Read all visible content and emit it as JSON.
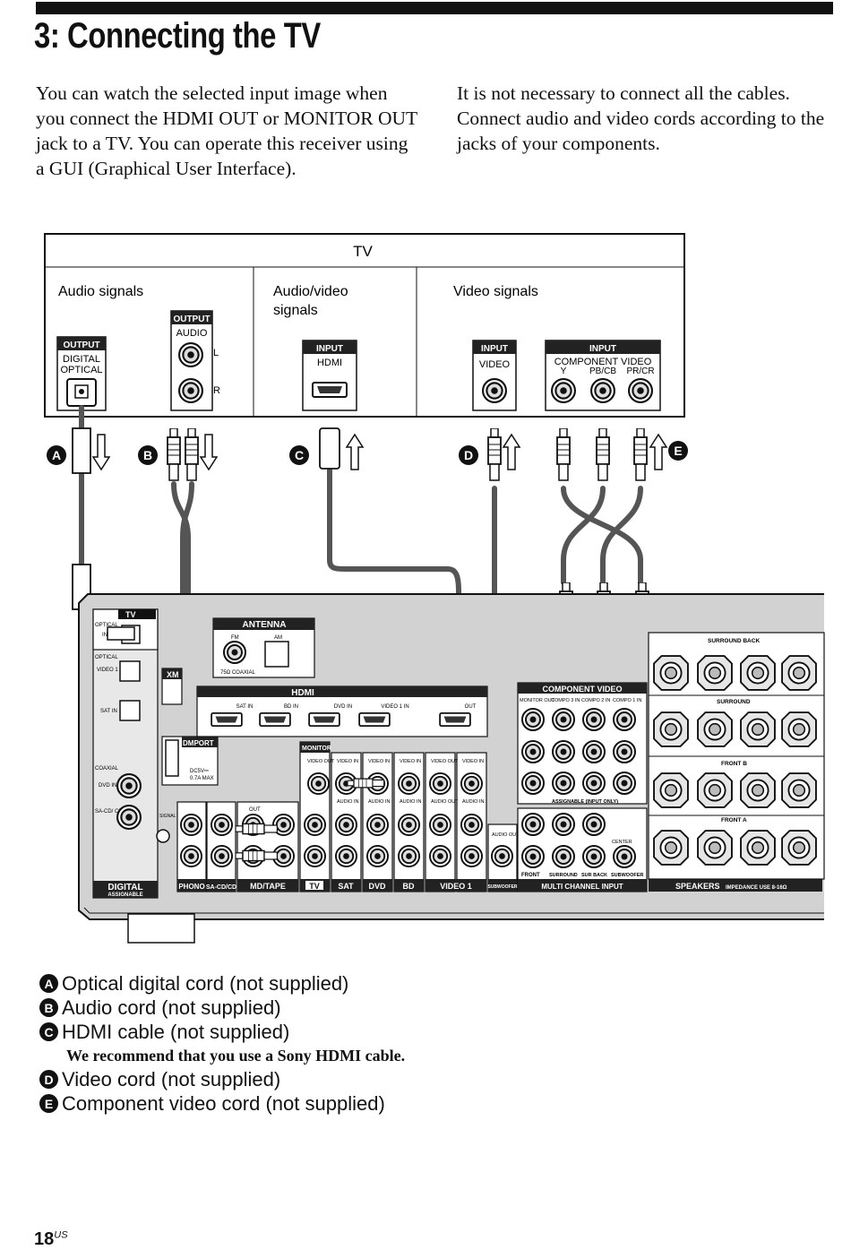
{
  "page": {
    "title": "3: Connecting the TV",
    "intro_left": "You can watch the selected input image when you connect the HDMI OUT or MONITOR OUT jack to a TV. You can operate this receiver using a GUI (Graphical User Interface).",
    "intro_right": "It is not necessary to connect all the cables. Connect audio and video cords according to the jacks of your components.",
    "page_number": "18",
    "page_suffix": "US"
  },
  "tv_panel": {
    "title": "TV",
    "audio_signals": "Audio signals",
    "av_signals_1": "Audio/video",
    "av_signals_2": "signals",
    "video_signals": "Video signals",
    "output": "OUTPUT",
    "input": "INPUT",
    "digital": "DIGITAL",
    "optical": "OPTICAL",
    "audio": "AUDIO",
    "l": "L",
    "r": "R",
    "hdmi": "HDMI",
    "video": "VIDEO",
    "component_video": "COMPONENT VIDEO",
    "y": "Y",
    "pb": "PB/CB",
    "pr": "PR/CR"
  },
  "markers": {
    "a": "A",
    "b": "B",
    "c": "C",
    "d": "D",
    "e": "E"
  },
  "receiver": {
    "tv": "TV",
    "optical": "OPTICAL",
    "in": "IN",
    "video1_in": "VIDEO 1 IN",
    "sat_in": "SAT IN",
    "coaxial": "COAXIAL",
    "dvd_in": "DVD IN",
    "sacd_in": "SA-CD/ CD IN",
    "digital": "DIGITAL",
    "assignable": "ASSIGNABLE",
    "antenna": "ANTENNA",
    "fm": "FM",
    "am": "AM",
    "coaxial_75": "75Ω COAXIAL",
    "xm": "XM",
    "dmport": "DMPORT",
    "dc5v": "DC5V⎓",
    "max": "0.7A MAX",
    "hdmi": "HDMI",
    "hdmi_sat_in": "SAT IN",
    "hdmi_bd_in": "BD IN",
    "hdmi_dvd_in": "DVD IN",
    "hdmi_video1_in": "VIDEO 1 IN",
    "hdmi_out": "OUT",
    "monitor": "MONITOR",
    "video_out": "VIDEO OUT",
    "video_in": "VIDEO IN",
    "audio_in": "AUDIO IN",
    "audio_out": "AUDIO OUT",
    "signal_gnd": "SIGNAL GND",
    "out": "OUT",
    "component_video": "COMPONENT VIDEO",
    "monitor_out": "MONITOR OUT",
    "compo3_in": "COMPO 3 IN",
    "compo2_in": "COMPO 2 IN",
    "compo1_in": "COMPO 1 IN",
    "assignable_input_only": "ASSIGNABLE (INPUT ONLY)",
    "subwoofer_audio_out": "AUDIO OUT",
    "center": "CENTER",
    "front": "FRONT",
    "surround": "SURROUND",
    "sur_back": "SUR BACK",
    "subwoofer": "SUBWOOFER",
    "multi_channel_input": "MULTI CHANNEL INPUT",
    "surround_back": "SURROUND BACK",
    "surround_label": "SURROUND",
    "front_b": "FRONT B",
    "front_a": "FRONT A",
    "speakers": "SPEAKERS",
    "impedance": "IMPEDANCE USE 8-16Ω",
    "bottom_labels": [
      "PHONO",
      "SA-CD/CD",
      "MD/TAPE",
      "TV",
      "SAT",
      "DVD",
      "BD",
      "VIDEO 1",
      "SUBWOOFER"
    ]
  },
  "legend": {
    "a": "Optical digital cord (not supplied)",
    "b": "Audio cord (not supplied)",
    "c": "HDMI cable (not supplied)",
    "c_note": "We recommend that you use a Sony HDMI cable.",
    "d": "Video cord (not supplied)",
    "e": "Component video cord (not supplied)"
  }
}
